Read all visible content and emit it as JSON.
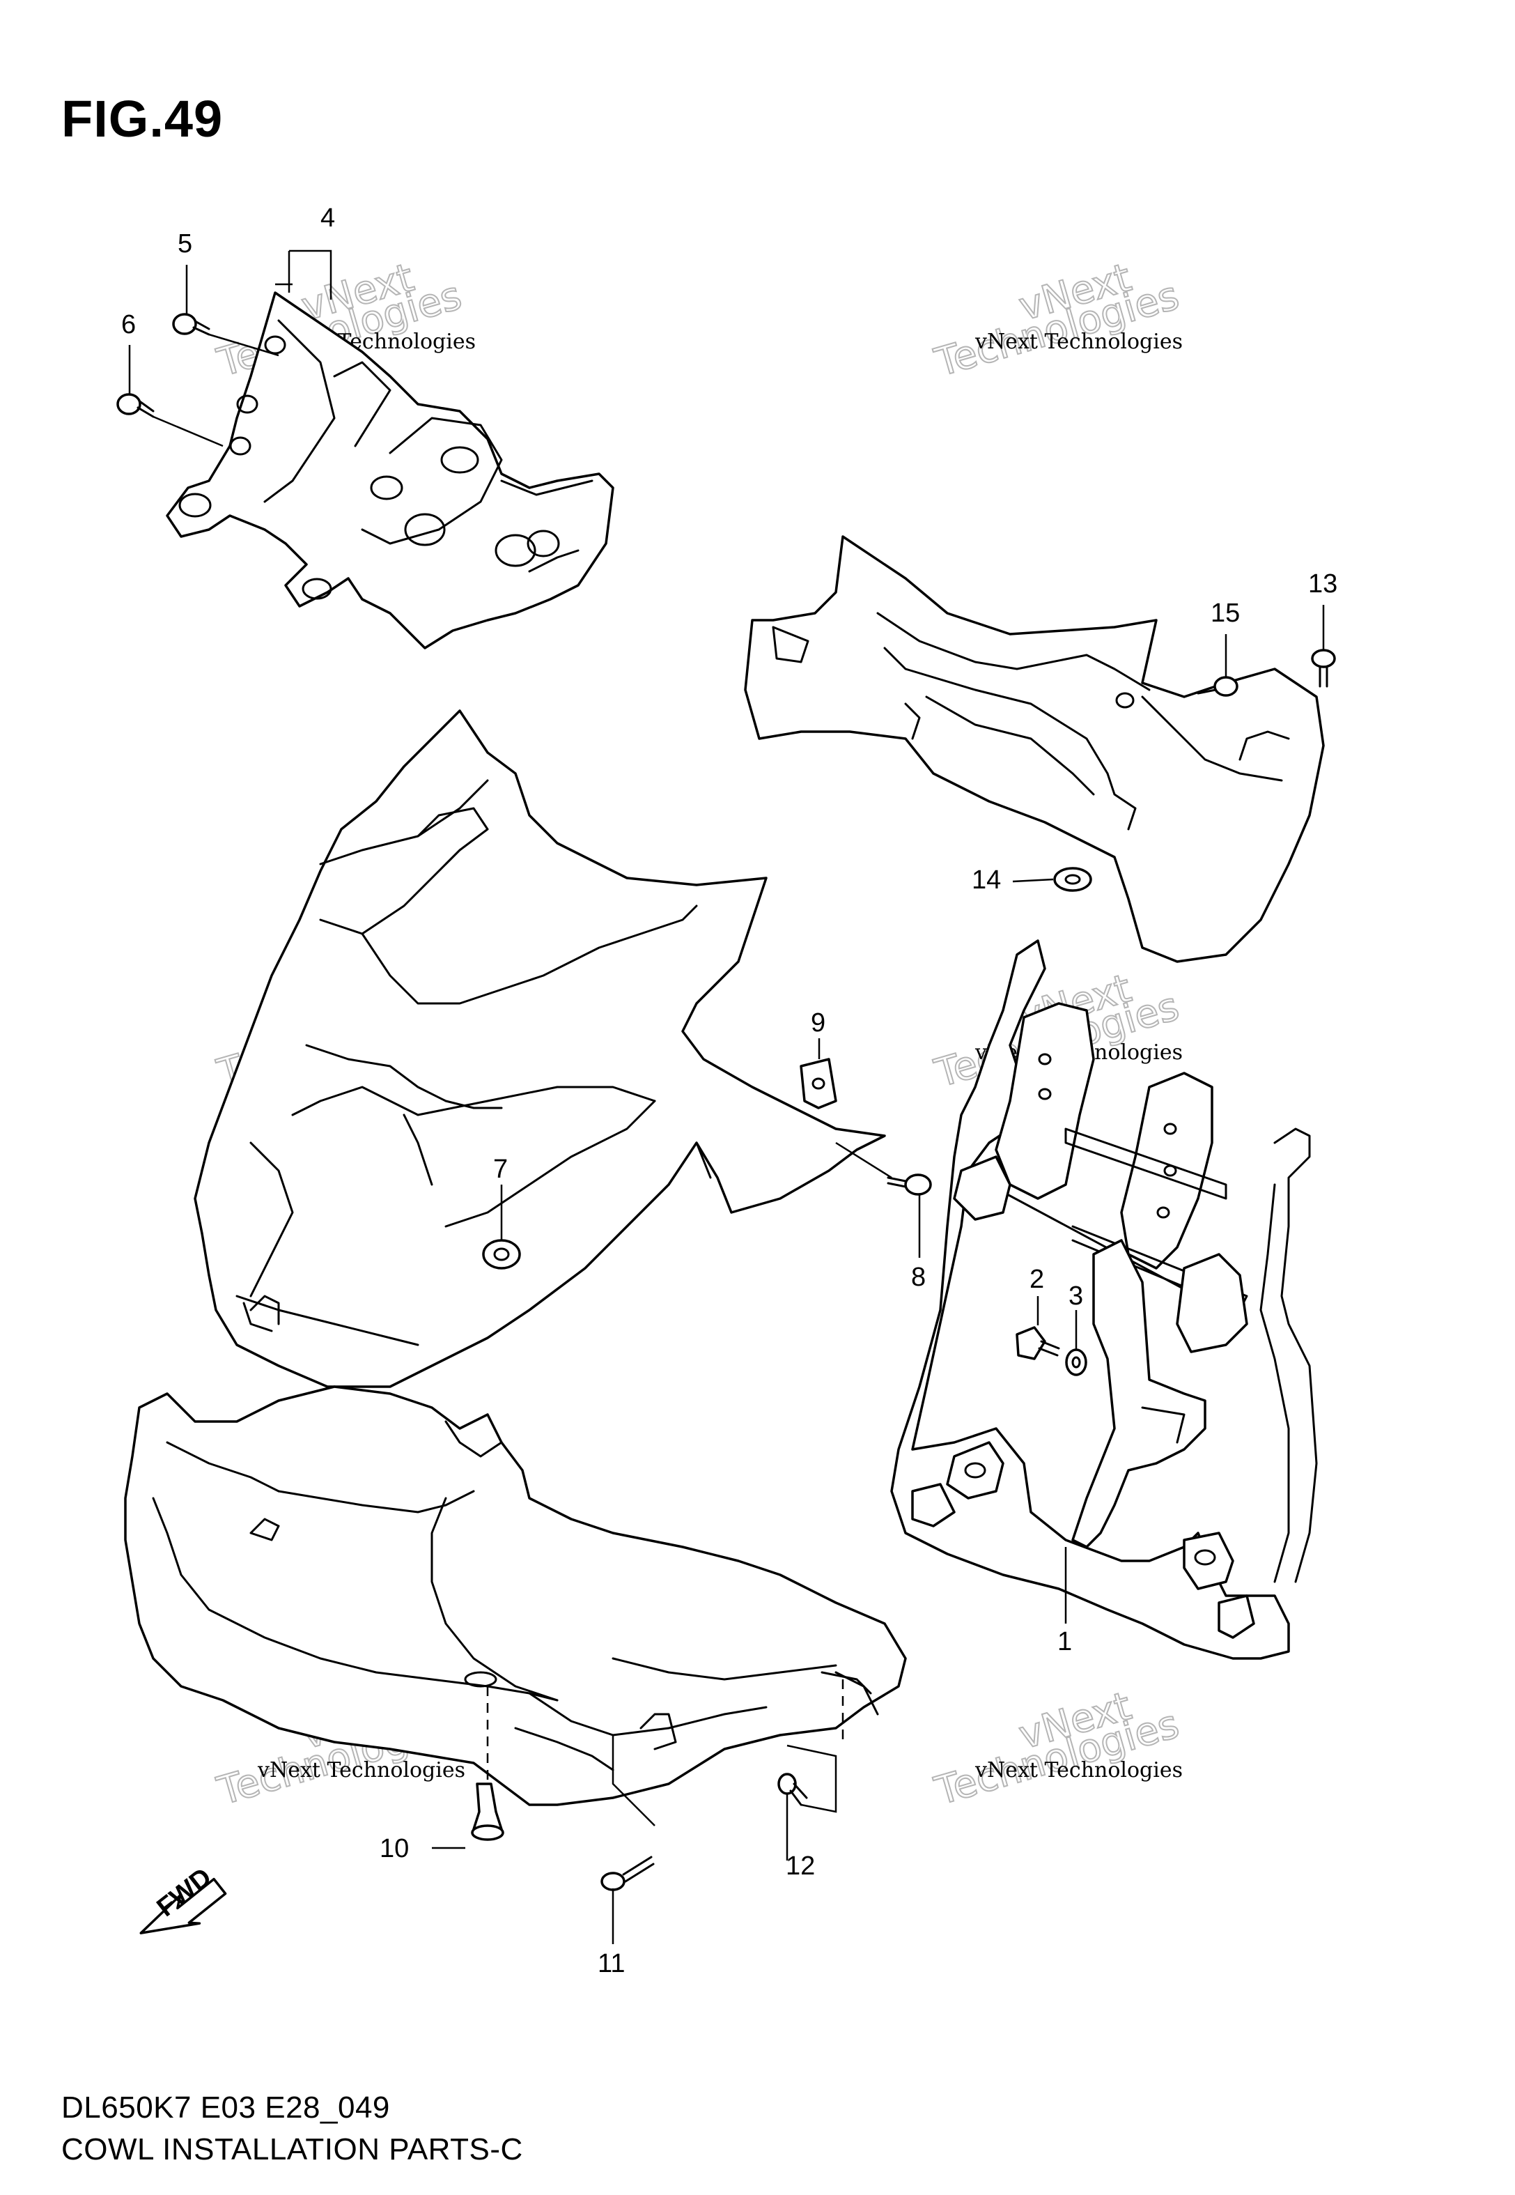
{
  "figure": {
    "title": "FIG.49",
    "code": "DL650K7 E03 E28_049",
    "caption": "COWL INSTALLATION PARTS-C"
  },
  "watermark": {
    "line": "vNext Technologies",
    "large_top": "vNext",
    "large_bottom": "Technologies"
  },
  "fwd_label": "FWD",
  "callouts": [
    {
      "id": "c1",
      "label": "1"
    },
    {
      "id": "c2",
      "label": "2"
    },
    {
      "id": "c3",
      "label": "3"
    },
    {
      "id": "c4",
      "label": "4"
    },
    {
      "id": "c5",
      "label": "5"
    },
    {
      "id": "c6",
      "label": "6"
    },
    {
      "id": "c7",
      "label": "7"
    },
    {
      "id": "c8",
      "label": "8"
    },
    {
      "id": "c9",
      "label": "9"
    },
    {
      "id": "c10",
      "label": "10"
    },
    {
      "id": "c11",
      "label": "11"
    },
    {
      "id": "c12",
      "label": "12"
    },
    {
      "id": "c13",
      "label": "13"
    },
    {
      "id": "c14",
      "label": "14"
    },
    {
      "id": "c15",
      "label": "15"
    }
  ]
}
